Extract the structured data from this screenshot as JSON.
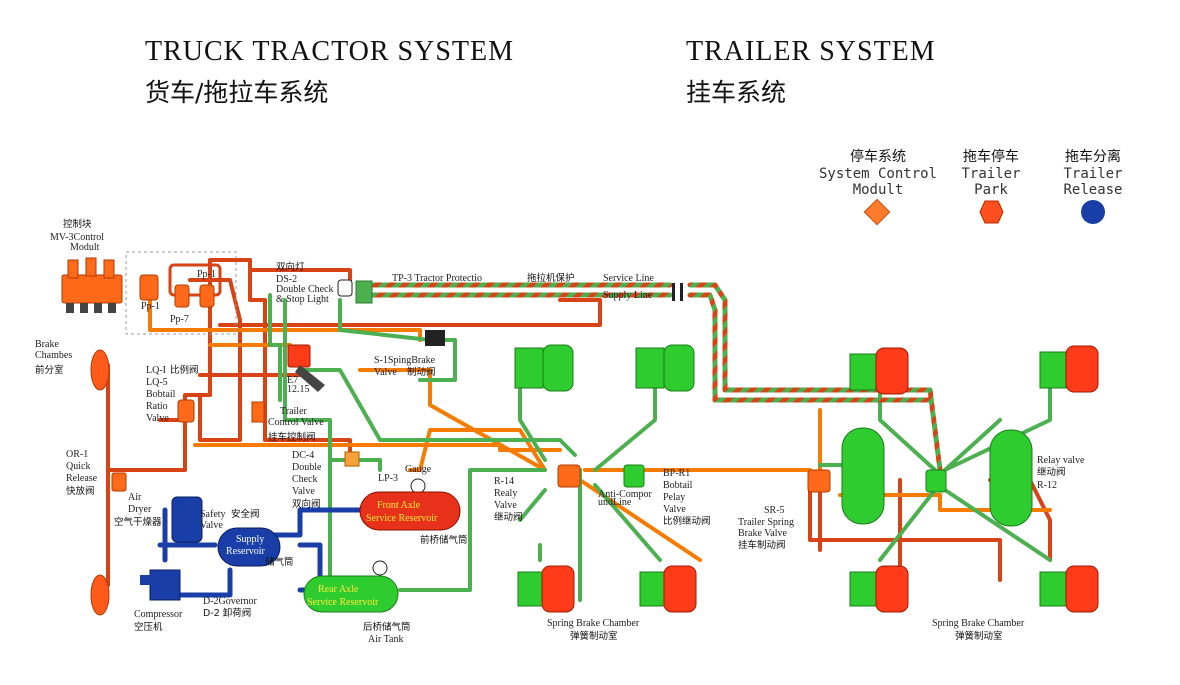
{
  "colors": {
    "supply": "#d84315",
    "service": "#4caf50",
    "parking": "#f57c00",
    "compressor_line": "#1a3ea8",
    "trailer_park": "#ff5722",
    "trailer_release": "#1a3ea8",
    "system_control": "#ff7a2a"
  },
  "titles": {
    "tractor_en": "TRUCK TRACTOR SYSTEM",
    "tractor_zh": "货车/拖拉车系统",
    "trailer_en": "TRAILER SYSTEM",
    "trailer_zh": "挂车系统"
  },
  "legend": {
    "system_control": {
      "zh": "停车系统",
      "en1": "System Control",
      "en2": "Modult",
      "icon": "orange-diamond"
    },
    "trailer_park": {
      "zh": "拖车停车",
      "en1": "Trailer",
      "en2": "Park",
      "icon": "red-hexagon"
    },
    "trailer_release": {
      "zh": "拖车分离",
      "en1": "Trailer",
      "en2": "Release",
      "icon": "blue-circle"
    }
  },
  "labels": {
    "control_block_zh": "控制块",
    "mv3_1": "MV-3Control",
    "mv3_2": "Modult",
    "pp1a": "Pp-1",
    "pp1b": "Pp-1",
    "pp7": "Pp-7",
    "double_light_zh": "双向灯",
    "ds2_1": "DS-2",
    "ds2_2": "Double Check",
    "ds2_3": "& Stop Light",
    "tp3_en": "TP-3 Tractor Protectio",
    "tp3_zh": "拖拉机保护",
    "service_line": "Service Line",
    "supply_line": "Supply Line",
    "brake_chambers_1": "Brake",
    "brake_chambers_2": "Chambes",
    "brake_chambers_zh": "前分室",
    "lq1": "LQ-I",
    "lq_zh": "比例阀",
    "lq5": "LQ-5",
    "bobtail": "Bobtail",
    "ratio": "Ratio",
    "valve": "Valve",
    "s1_1": "S-1SpingBrake",
    "s1_2": "Valve",
    "s1_zh": "制动阀",
    "e7": "E7",
    "e7_2": "12.15",
    "tcv_1": "Trailer",
    "tcv_2": "Control Valve",
    "tcv_zh": "挂车控制阀",
    "or1_1": "OR-1",
    "or1_2": "Quick",
    "or1_3": "Release",
    "or1_zh": "快放阀",
    "dc4_1": "DC-4",
    "dc4_2": "Double",
    "dc4_3": "Check",
    "dc4_4": "Valve",
    "dc4_zh": "双向阀",
    "lp3": "LP-3",
    "gauge": "Gauge",
    "air_dryer_1": "Air",
    "air_dryer_2": "Dryer",
    "air_dryer_zh": "空气干燥器",
    "safety_1": "Safety",
    "safety_zh": "安全阀",
    "safety_2": "Valve",
    "supply_res_1": "Supply",
    "supply_res_2": "Reservoir",
    "supply_res_zh": "储气筒",
    "front_axle_1": "Front Axle",
    "front_axle_2": "Service Reservoir",
    "front_axle_zh": "前桥储气筒",
    "rear_axle_1": "Rear Axle",
    "rear_axle_2": "Service Reservoir",
    "rear_axle_zh": "后桥储气筒",
    "air_tank": "Air Tank",
    "compressor": "Compressor",
    "compressor_zh": "空压机",
    "d2_1": "D-2Governor",
    "d2_zh": "D-2 卸荷阀",
    "r14_1": "R-14",
    "r14_2": "Realy",
    "r14_3": "Valve",
    "r14_zh": "继动阀",
    "bpr1_1": "BP-R1",
    "bpr1_2": "Bobtail",
    "bpr1_3": "Pelay",
    "bpr1_4": "Valve",
    "bpr1_zh": "比例继动阀",
    "anti_1": "Anti-Compor",
    "anti_2": "undLine",
    "spring_left": "Spring Brake Chamber",
    "spring_left_zh": "弹簧制动室",
    "sr5_1": "SR-5",
    "sr5_2": "Trailer Spring",
    "sr5_3": "Brake Valve",
    "sr5_zh": "挂车制动阀",
    "relay_1": "Relay valve",
    "relay_zh": "继动阀",
    "relay_2": "R-12",
    "spring_right": "Spring Brake Chamber",
    "spring_right_zh": "弹簧制动室"
  }
}
